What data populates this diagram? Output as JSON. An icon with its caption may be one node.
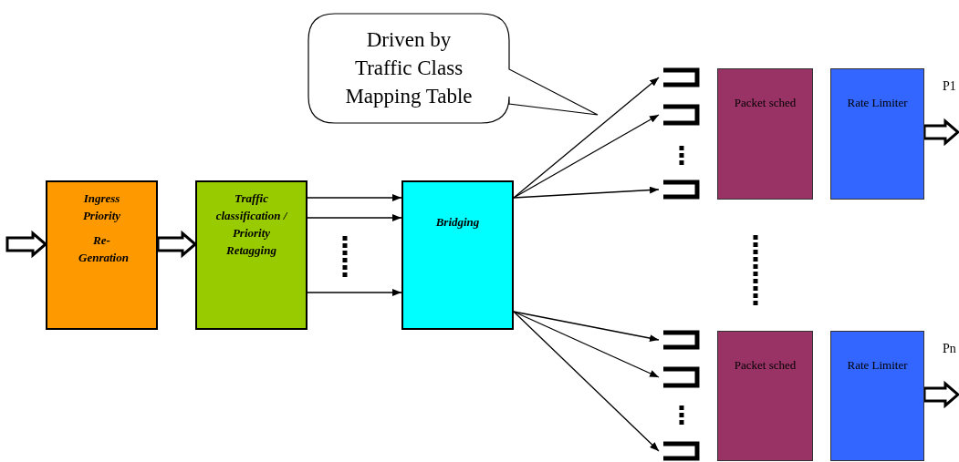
{
  "diagram": {
    "nodes": [
      {
        "text": [
          "Ingress Priority",
          "Re-Genration"
        ]
      },
      {
        "text": [
          "Traffic classification / Priority Retagging"
        ]
      },
      {
        "text": [
          "Bridging"
        ]
      },
      {
        "text": [
          "Driven by Traffic Class Mapping Table"
        ]
      },
      {
        "text": [],
        "shape": "queue"
      },
      {
        "text": [],
        "shape": "queue"
      },
      {
        "text": [],
        "shape": "queue"
      },
      {
        "text": [
          "Packet sched"
        ]
      },
      {
        "text": [
          "Rate Limiter"
        ]
      },
      {
        "text": [],
        "shape": "queue"
      },
      {
        "text": [],
        "shape": "queue"
      },
      {
        "text": [],
        "shape": "queue"
      },
      {
        "text": [
          "Packet sched"
        ]
      },
      {
        "text": [
          "Rate Limiter"
        ]
      }
    ],
    "edges": [
      {
        "from": null,
        "to": 0,
        "arrow": "to",
        "style": "thick"
      },
      {
        "from": 0,
        "to": 1,
        "arrow": "to",
        "style": "thick"
      },
      {
        "from": 1,
        "to": 2,
        "arrow": "to"
      },
      {
        "from": 1,
        "to": 2,
        "arrow": "to"
      },
      {
        "from": 1,
        "to": 2,
        "arrow": "to"
      },
      {
        "from": 2,
        "to": 4,
        "arrow": "to"
      },
      {
        "from": 2,
        "to": 5,
        "arrow": "to"
      },
      {
        "from": 2,
        "to": 6,
        "arrow": "to"
      },
      {
        "from": 2,
        "to": 9,
        "arrow": "to"
      },
      {
        "from": 2,
        "to": 10,
        "arrow": "to"
      },
      {
        "from": 2,
        "to": 11,
        "arrow": "to"
      },
      {
        "from": 8,
        "to": null,
        "arrow": "to",
        "style": "thick",
        "label": "P1"
      },
      {
        "from": 13,
        "to": null,
        "arrow": "to",
        "style": "thick",
        "label": "Pn"
      }
    ]
  }
}
